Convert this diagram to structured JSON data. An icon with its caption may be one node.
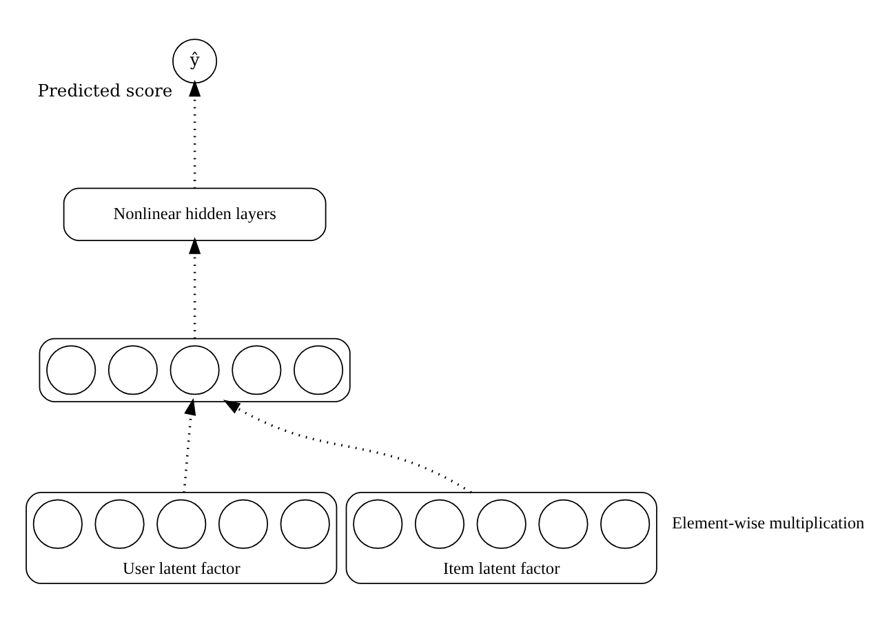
{
  "diagram": {
    "nodes": [
      {
        "text": [
          "ŷ"
        ],
        "beside": [
          "Predicted score"
        ]
      },
      {
        "text": [
          "Nonlinear hidden layers"
        ]
      },
      {
        "text": [],
        "shape": "box"
      },
      {
        "text": [],
        "shape": "circle",
        "in": 2
      },
      {
        "text": [],
        "shape": "circle",
        "in": 2
      },
      {
        "text": [],
        "shape": "circle",
        "in": 2
      },
      {
        "text": [],
        "shape": "circle",
        "in": 2
      },
      {
        "text": [],
        "shape": "circle",
        "in": 2
      },
      {
        "text": [],
        "shape": "box",
        "beside": [
          "User latent factor"
        ]
      },
      {
        "text": [],
        "shape": "circle",
        "in": 8
      },
      {
        "text": [],
        "shape": "circle",
        "in": 8
      },
      {
        "text": [],
        "shape": "circle",
        "in": 8
      },
      {
        "text": [],
        "shape": "circle",
        "in": 8
      },
      {
        "text": [],
        "shape": "circle",
        "in": 8
      },
      {
        "text": [],
        "shape": "box",
        "beside": [
          "Item latent factor"
        ]
      },
      {
        "text": [],
        "shape": "circle",
        "in": 14
      },
      {
        "text": [],
        "shape": "circle",
        "in": 14
      },
      {
        "text": [],
        "shape": "circle",
        "in": 14
      },
      {
        "text": [],
        "shape": "circle",
        "in": 14
      },
      {
        "text": [],
        "shape": "circle",
        "in": 14
      }
    ],
    "edges": [
      {
        "from": 8,
        "to": 2,
        "arrow": "to",
        "style": "dashed"
      },
      {
        "from": 14,
        "to": 2,
        "arrow": "to",
        "style": "dashed"
      },
      {
        "from": 2,
        "to": 1,
        "arrow": "to",
        "style": "dashed"
      },
      {
        "from": 1,
        "to": 0,
        "arrow": "to",
        "style": "dashed"
      }
    ],
    "labels": [
      "Element-wise multiplication"
    ]
  }
}
